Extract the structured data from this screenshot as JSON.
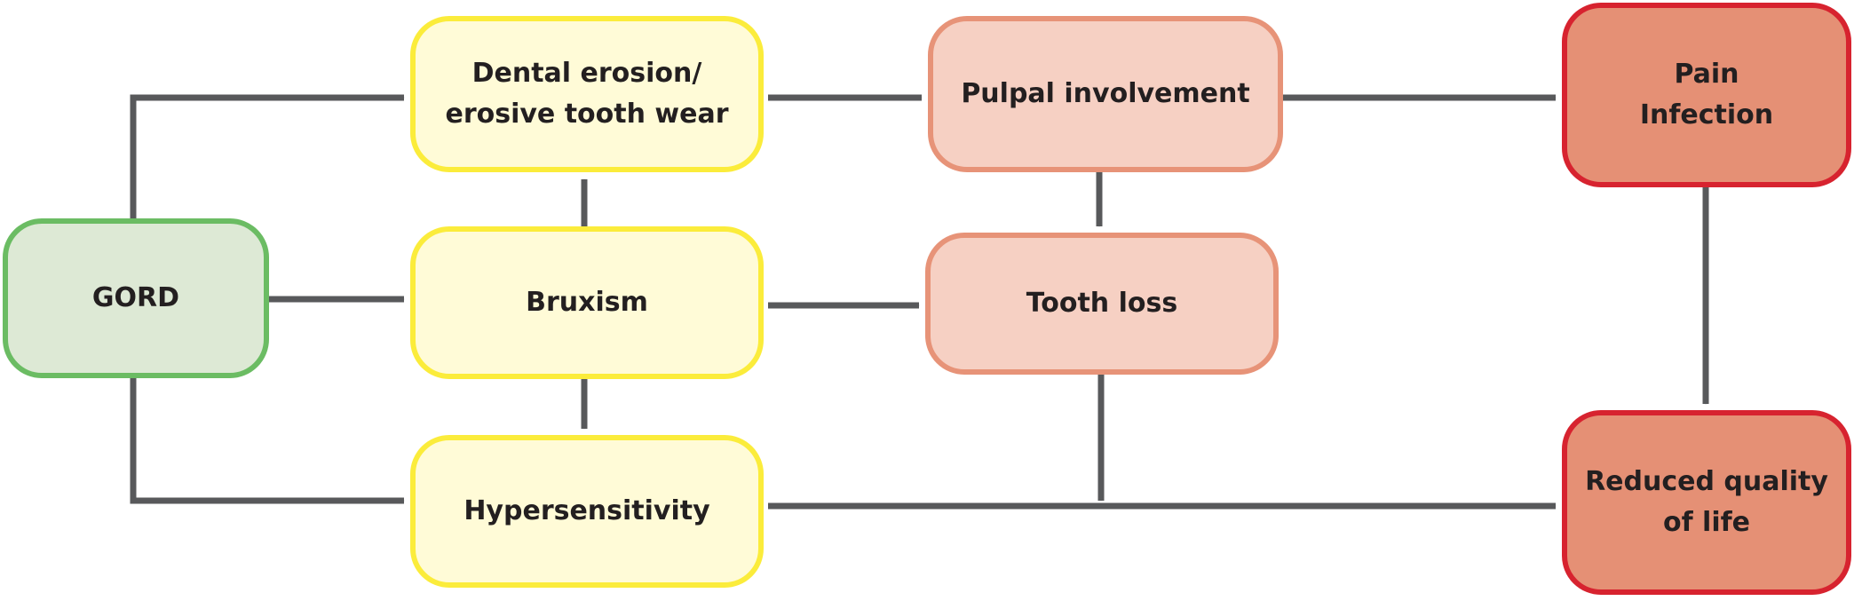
{
  "nodes": {
    "gord": "GORD",
    "dental": "Dental erosion/\nerosive tooth wear",
    "bruxism": "Bruxism",
    "hypersensitivity": "Hypersensitivity",
    "pulpal": "Pulpal involvement",
    "tooth_loss": "Tooth loss",
    "pain_infection": "Pain\nInfection",
    "quality_of_life": "Reduced quality\nof life"
  },
  "colors": {
    "arrow": "#58595b",
    "green_fill": "#dde9d5",
    "green_border": "#6bbc63",
    "yellow_fill": "#fffbd7",
    "yellow_border": "#fbec3b",
    "salmon_fill": "#f6d0c3",
    "salmon_border": "#e79378",
    "red_fill": "#e59075",
    "red_border": "#d7232f"
  },
  "edges": [
    {
      "from": "GORD",
      "to": "Dental erosion/\nerosive tooth wear"
    },
    {
      "from": "GORD",
      "to": "Bruxism"
    },
    {
      "from": "GORD",
      "to": "Hypersensitivity"
    },
    {
      "from": "Bruxism",
      "to": "Dental erosion/\nerosive tooth wear"
    },
    {
      "from": "Bruxism",
      "to": "Hypersensitivity"
    },
    {
      "from": "Bruxism",
      "to": "Tooth loss"
    },
    {
      "from": "Dental erosion/\nerosive tooth wear",
      "to": "Pulpal involvement"
    },
    {
      "from": "Pulpal involvement",
      "to": "Tooth loss"
    },
    {
      "from": "Pulpal involvement",
      "to": "Pain\nInfection"
    },
    {
      "from": "Pain\nInfection",
      "to": "Reduced quality\nof life"
    },
    {
      "from": "Tooth loss",
      "to": "Reduced quality\nof life"
    },
    {
      "from": "Hypersensitivity",
      "to": "Reduced quality\nof life"
    }
  ]
}
